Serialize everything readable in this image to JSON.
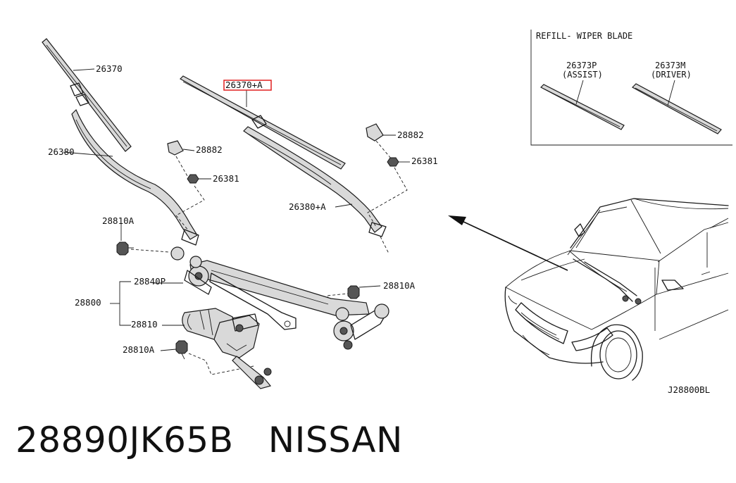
{
  "refill_box": {
    "title": "REFILL- WIPER BLADE",
    "assist_part": "26373P",
    "assist_label": "(ASSIST)",
    "driver_part": "26373M",
    "driver_label": "(DRIVER)"
  },
  "callouts": {
    "blade_assist": "26370",
    "blade_driver": "26370+A",
    "arm_assist": "26380",
    "arm_driver": "26380+A",
    "cap_left": "28882",
    "cap_right": "28882",
    "nut_left": "26381",
    "nut_right": "26381",
    "bolt_top_left": "28810A",
    "bolt_right": "28810A",
    "bolt_bottom_left": "28810A",
    "linkage": "28840P",
    "assembly": "28800",
    "motor": "28810"
  },
  "highlight": {
    "part": "blade_driver",
    "color": "#e02020"
  },
  "diagram_code": "J28800BL",
  "footer": {
    "part_number": "28890JK65B",
    "brand": "NISSAN"
  },
  "colors": {
    "ink": "#111111",
    "background": "#ffffff"
  }
}
